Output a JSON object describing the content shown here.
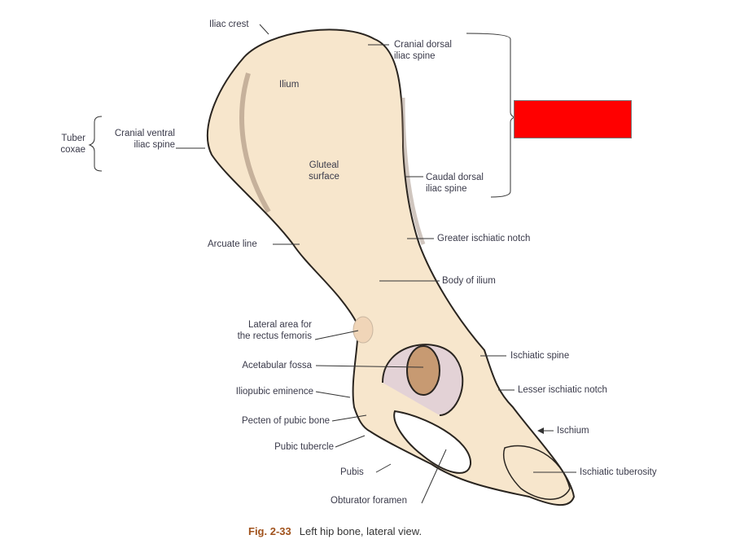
{
  "figure": {
    "number": "Fig. 2-33",
    "caption": "Left hip bone, lateral view."
  },
  "labels": {
    "iliac_crest": "Iliac crest",
    "ilium": "Ilium",
    "gluteal_surface_1": "Gluteal",
    "gluteal_surface_2": "surface",
    "tuber_coxae_1": "Tuber",
    "tuber_coxae_2": "coxae",
    "cranial_ventral_1": "Cranial ventral",
    "cranial_ventral_2": "iliac spine",
    "cranial_dorsal_1": "Cranial dorsal",
    "cranial_dorsal_2": "iliac spine",
    "caudal_dorsal_1": "Caudal dorsal",
    "caudal_dorsal_2": "iliac spine",
    "arcuate_line": "Arcuate line",
    "greater_ischiatic_notch": "Greater ischiatic notch",
    "body_of_ilium": "Body of ilium",
    "lateral_area_1": "Lateral area for",
    "lateral_area_2": "the rectus femoris",
    "acetabular_fossa": "Acetabular fossa",
    "iliopubic_eminence": "Iliopubic eminence",
    "pecten": "Pecten of pubic bone",
    "pubic_tubercle": "Pubic tubercle",
    "pubis": "Pubis",
    "obturator_foramen": "Obturator foramen",
    "ischiatic_spine": "Ischiatic spine",
    "lesser_ischiatic_notch": "Lesser ischiatic notch",
    "ischium": "Ischium",
    "ischiatic_tuberosity": "Ischiatic tuberosity"
  },
  "colors": {
    "bone": "#f7e6cc",
    "outline": "#2a2520",
    "fossa": "#c79a72",
    "redaction": "#ff0000",
    "caption_fig": "#a0521c"
  }
}
